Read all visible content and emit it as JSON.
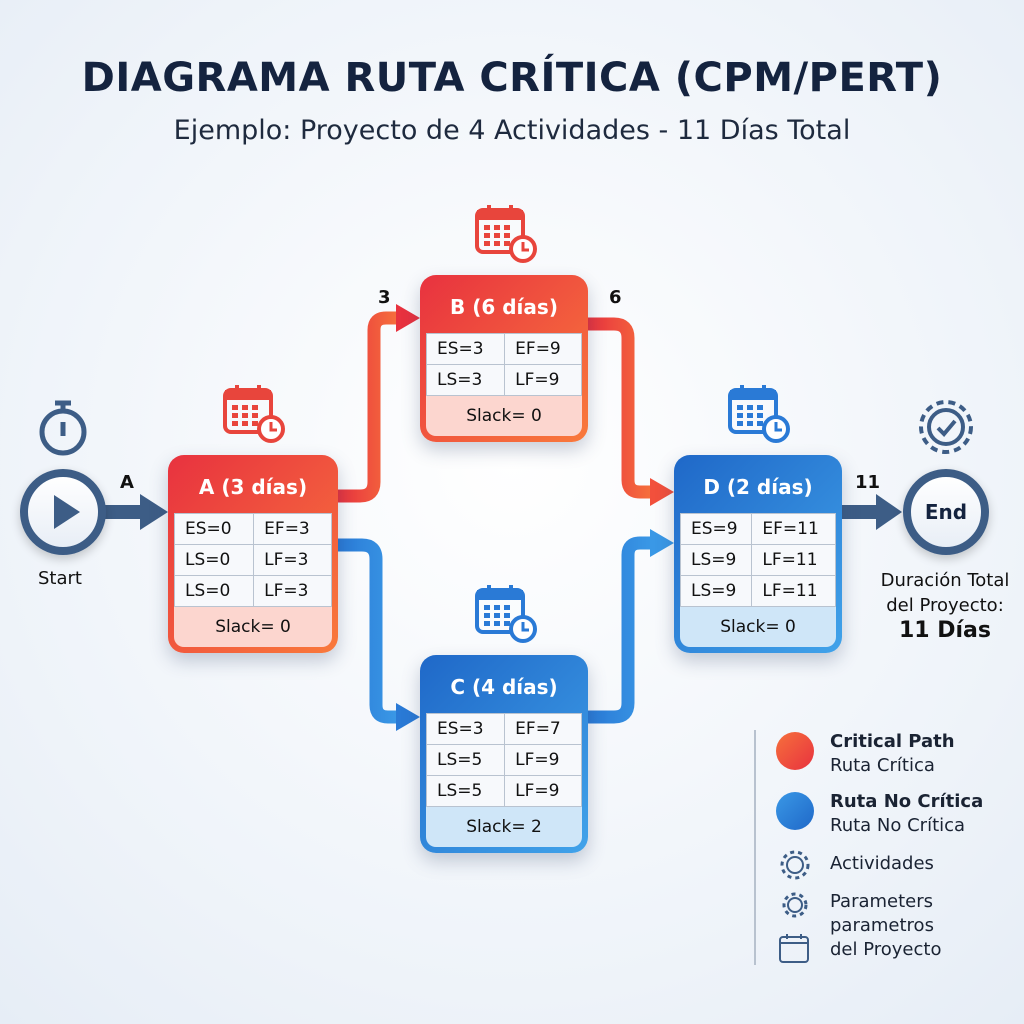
{
  "title": "DIAGRAMA RUTA CRÍTICA (CPM/PERT)",
  "subtitle": "Ejemplo: Proyecto de 4 Actividades - 11 Días Total",
  "start": {
    "label": "Start",
    "edge_label": "A"
  },
  "end": {
    "label": "End",
    "edge_label": "11"
  },
  "edge_labels": {
    "ab": "3",
    "bd": "6"
  },
  "nodes": [
    {
      "id": "a",
      "title": "A (3 días)",
      "type": "critical",
      "rows": [
        [
          "ES=0",
          "EF=3"
        ],
        [
          "LS=0",
          "LF=3"
        ],
        [
          "LS=0",
          "LF=3"
        ]
      ],
      "slack": "Slack= 0"
    },
    {
      "id": "b",
      "title": "B (6 días)",
      "type": "critical",
      "rows": [
        [
          "ES=3",
          "EF=9"
        ],
        [
          "LS=3",
          "LF=9"
        ]
      ],
      "slack": "Slack= 0"
    },
    {
      "id": "c",
      "title": "C (4 días)",
      "type": "non-critical",
      "rows": [
        [
          "ES=3",
          "EF=7"
        ],
        [
          "LS=5",
          "LF=9"
        ],
        [
          "LS=5",
          "LF=9"
        ]
      ],
      "slack": "Slack= 2"
    },
    {
      "id": "d",
      "title": "D (2 días)",
      "type": "non-critical",
      "rows": [
        [
          "ES=9",
          "EF=11"
        ],
        [
          "LS=9",
          "LF=11"
        ],
        [
          "LS=9",
          "LF=11"
        ]
      ],
      "slack": "Slack= 0"
    }
  ],
  "duration": {
    "label1": "Duración Total",
    "label2": "del Proyecto:",
    "value": "11 Días"
  },
  "legend": {
    "critical_title": "Critical Path",
    "critical_sub": "Ruta Crítica",
    "noncritical_title": "Ruta No Crítica",
    "noncritical_sub": "Ruta No Crítica",
    "activities": "Actividades",
    "params1": "Parameters",
    "params2": "parametros",
    "params3": "del Proyecto"
  },
  "colors": {
    "critical": "#e8323f",
    "noncritical": "#2a7ad6",
    "start": "#3d5d86"
  }
}
